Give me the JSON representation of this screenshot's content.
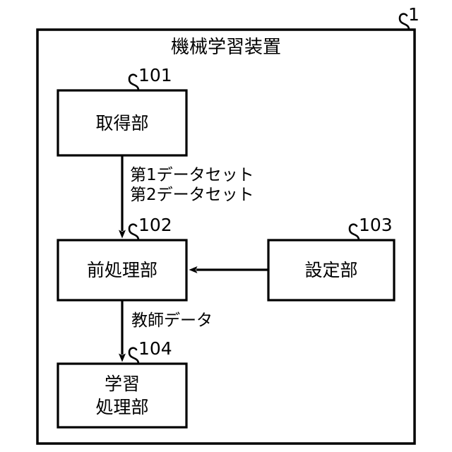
{
  "figure": {
    "outer_box": {
      "title": "機械学習装置",
      "ref": "1"
    },
    "blocks": [
      {
        "id": "acquisition",
        "label": "取得部",
        "ref": "101"
      },
      {
        "id": "preprocessing",
        "label": "前処理部",
        "ref": "102"
      },
      {
        "id": "setting",
        "label": "設定部",
        "ref": "103"
      },
      {
        "id": "learning",
        "label_line1": "学習",
        "label_line2": "処理部",
        "ref": "104"
      }
    ],
    "edge_labels": {
      "dataset_line1": "第1データセット",
      "dataset_line2": "第2データセット",
      "teacher_data": "教師データ"
    },
    "colors": {
      "stroke": "#000000",
      "background": "#ffffff",
      "text": "#000000"
    }
  }
}
